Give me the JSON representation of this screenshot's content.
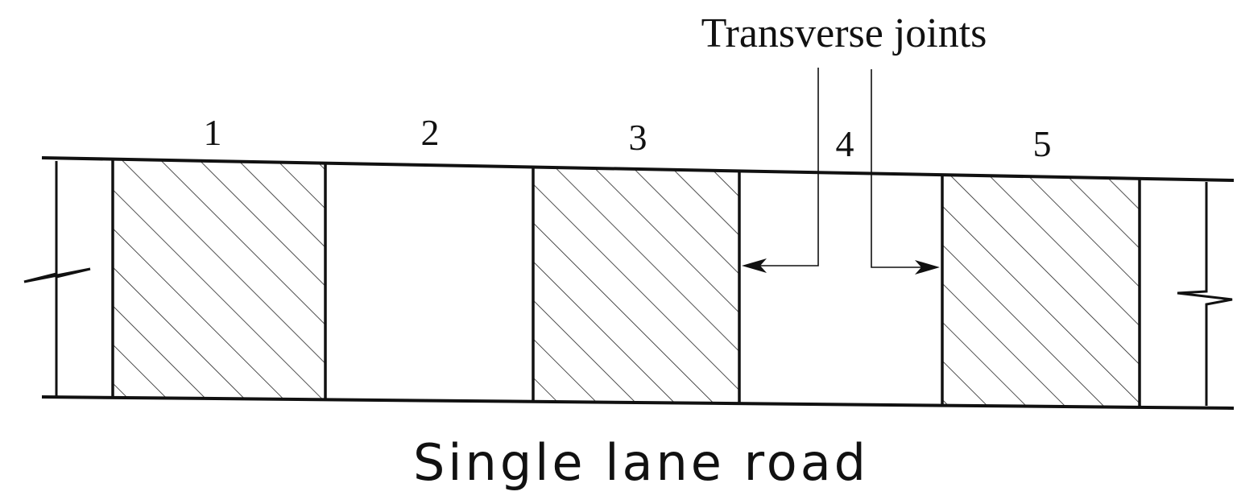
{
  "diagram": {
    "top_label": "Transverse joints",
    "caption": "Single lane road",
    "slabs": [
      {
        "label": "1",
        "hatched": true
      },
      {
        "label": "2",
        "hatched": false
      },
      {
        "label": "3",
        "hatched": true
      },
      {
        "label": "4",
        "hatched": false
      },
      {
        "label": "5",
        "hatched": true
      }
    ],
    "colors": {
      "ink": "#111111",
      "hatch": "#222222",
      "background": "#ffffff"
    }
  }
}
